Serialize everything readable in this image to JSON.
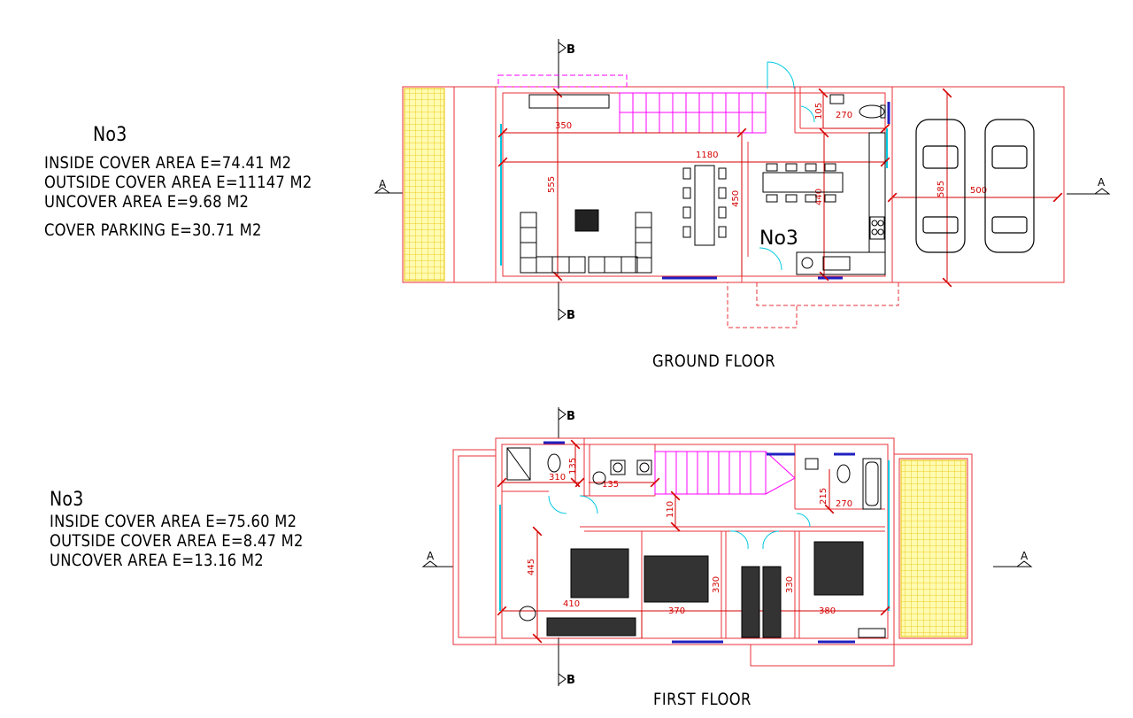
{
  "ground_info": {
    "title": "No3",
    "lines": [
      "INSIDE COVER AREA E=74.41 M2",
      "OUTSIDE COVER AREA E=11147 M2",
      "UNCOVER AREA E=9.68 M2",
      "COVER PARKING E=30.71 M2"
    ]
  },
  "first_info": {
    "title": "No3",
    "lines": [
      "INSIDE COVER AREA E=75.60 M2",
      "OUTSIDE COVER AREA E=8.47 M2",
      "UNCOVER AREA E=13.16 M2"
    ]
  },
  "ground_floor": {
    "caption": "GROUND FLOOR",
    "unit_label": "No3",
    "section_a": "A",
    "section_b": "B",
    "dims": {
      "d350": "350",
      "d1180": "1180",
      "d555": "555",
      "d450": "450",
      "d440": "440",
      "d105": "105",
      "d270": "270",
      "d585": "585",
      "d500": "500"
    }
  },
  "first_floor": {
    "caption": "FIRST FLOOR",
    "section_a": "A",
    "section_b": "B",
    "dims": {
      "d310": "310",
      "d135a": "135",
      "d135b": "135",
      "d110": "110",
      "d445": "445",
      "d410": "410",
      "d370": "370",
      "d330a": "330",
      "d330b": "330",
      "d215": "215",
      "d270": "270",
      "d380": "380"
    }
  },
  "colors": {
    "wall": "#e8303a",
    "dim": "#d40000",
    "stair": "#ff00ff",
    "window": "#00c8e0",
    "glass": "#2020c0",
    "hatch_fill": "#fffbb0",
    "hatch_line": "#e8c000",
    "furniture": "#000000"
  }
}
